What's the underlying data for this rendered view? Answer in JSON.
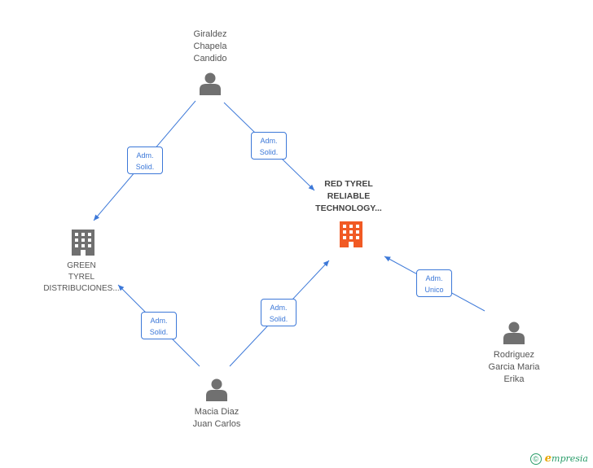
{
  "colors": {
    "edge": "#3c78d8",
    "person": "#707070",
    "company": "#707070",
    "focus_company": "#f15a24"
  },
  "nodes": {
    "giraldez": {
      "lines": [
        "Giraldez",
        "Chapela",
        "Candido"
      ],
      "icon": "person-icon"
    },
    "red_tyrel": {
      "lines": [
        "RED TYREL",
        "RELIABLE",
        "TECHNOLOGY..."
      ],
      "icon": "building-icon"
    },
    "green_tyrel": {
      "lines": [
        "GREEN",
        "TYREL",
        "DISTRIBUCIONES..."
      ],
      "icon": "building-icon"
    },
    "macia": {
      "lines": [
        "Macia Diaz",
        "Juan Carlos"
      ],
      "icon": "person-icon"
    },
    "rodriguez": {
      "lines": [
        "Rodriguez",
        "Garcia Maria",
        "Erika"
      ],
      "icon": "person-icon"
    }
  },
  "edges": [
    {
      "from": "giraldez",
      "to": "green_tyrel",
      "role": [
        "Adm.",
        "Solid."
      ]
    },
    {
      "from": "giraldez",
      "to": "red_tyrel",
      "role": [
        "Adm.",
        "Solid."
      ]
    },
    {
      "from": "macia",
      "to": "green_tyrel",
      "role": [
        "Adm.",
        "Solid."
      ]
    },
    {
      "from": "macia",
      "to": "red_tyrel",
      "role": [
        "Adm.",
        "Solid."
      ]
    },
    {
      "from": "rodriguez",
      "to": "red_tyrel",
      "role": [
        "Adm.",
        "Unico"
      ]
    }
  ],
  "footer": {
    "copyright_symbol": "©",
    "brand_first": "e",
    "brand_rest": "mpresia"
  }
}
